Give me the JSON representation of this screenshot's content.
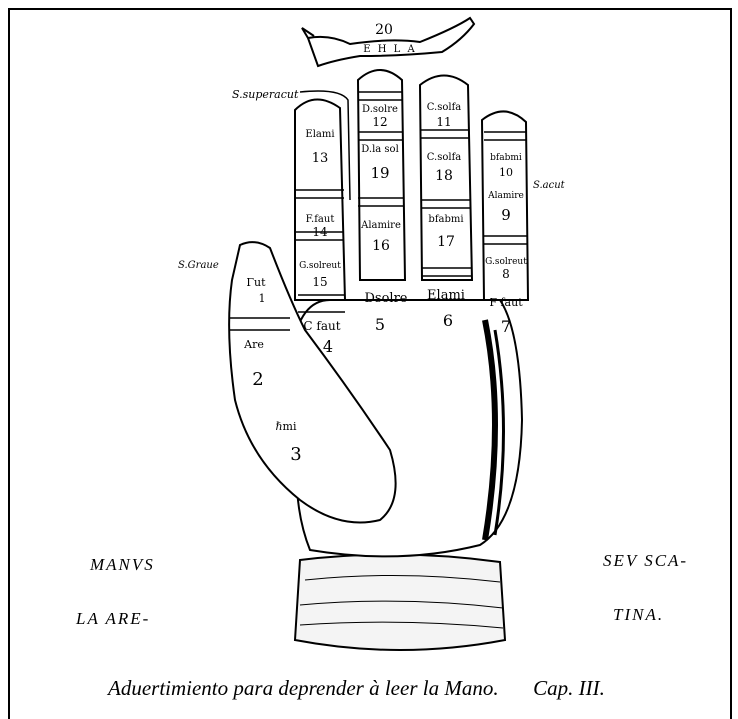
{
  "banner": {
    "number": "20",
    "text": "E H L A"
  },
  "side_labels": {
    "superacuta": "S.superacut",
    "grave": "S.Graue",
    "acuta": "S.acut"
  },
  "finger_labels": {
    "thumb": [
      "Γut",
      "1",
      "Are",
      "2",
      "ℏmi",
      "3"
    ],
    "index": [
      "Elami",
      "13",
      "F.faut",
      "14",
      "G.solreut",
      "15",
      "C faut",
      "4"
    ],
    "middle": [
      "D.solre",
      "12",
      "D.la sol",
      "19",
      "Alamire",
      "16",
      "Dsolre",
      "5"
    ],
    "ring": [
      "C.solfa",
      "11",
      "C.solfa",
      "18",
      "bfabmi",
      "17",
      "Elami",
      "6"
    ],
    "little": [
      "bfabmi",
      "10",
      "Alamire",
      "9",
      "G.solreut",
      "8",
      "F faut",
      "7"
    ]
  },
  "margin_left": [
    "MANVS",
    "LA ARE-"
  ],
  "margin_right": [
    "SEV SCA-",
    "TINA."
  ],
  "caption": {
    "title": "Aduertimiento para deprender à leer la Mano.",
    "chapter": "Cap. III."
  }
}
